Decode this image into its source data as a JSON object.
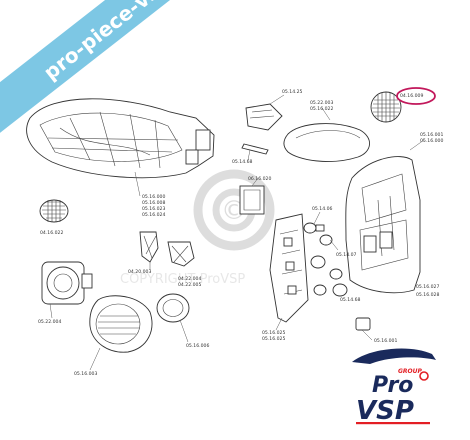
{
  "banner": {
    "text": "pro-piece-vsp.com",
    "color": "#7dc7e4"
  },
  "watermark": {
    "text": "COPYRIGHT ProVSP",
    "symbol": "©"
  },
  "highlight_color": "#c2185b",
  "labels": {
    "l_040402": "04.16.022",
    "l_051424": "05.14.25",
    "l_051400": "05.22.003",
    "l_051602": "05.16.022",
    "l_040409": "04.16.009",
    "l_051600a": "05.16.001",
    "l_051600b": "05.16.000",
    "l_051468": "05.14.68",
    "l_051620": "06.16.020",
    "l_051608a": "05.16.000",
    "l_051608b": "05.16.008",
    "l_051608c": "05.16.023",
    "l_051608d": "05.16.024",
    "l_051405": "05.14.06",
    "l_051407": "05.14.07",
    "l_040300": "04.20.003",
    "l_041200a": "04.22.004",
    "l_041200b": "04.22.005",
    "l_051627a": "05.16.027",
    "l_051627b": "05.16.028",
    "l_051458": "05.14.68",
    "l_052200": "05.22.004",
    "l_051603": "05.16.003",
    "l_051606": "05.16.006",
    "l_051625a": "05.16.025",
    "l_051625b": "05.16.025",
    "l_051601": "05.16.001"
  },
  "logo": {
    "tag": "GROUP",
    "line1": "Pro",
    "line2": "VSP",
    "red": "#e31e24",
    "navy": "#1a2a5c"
  }
}
